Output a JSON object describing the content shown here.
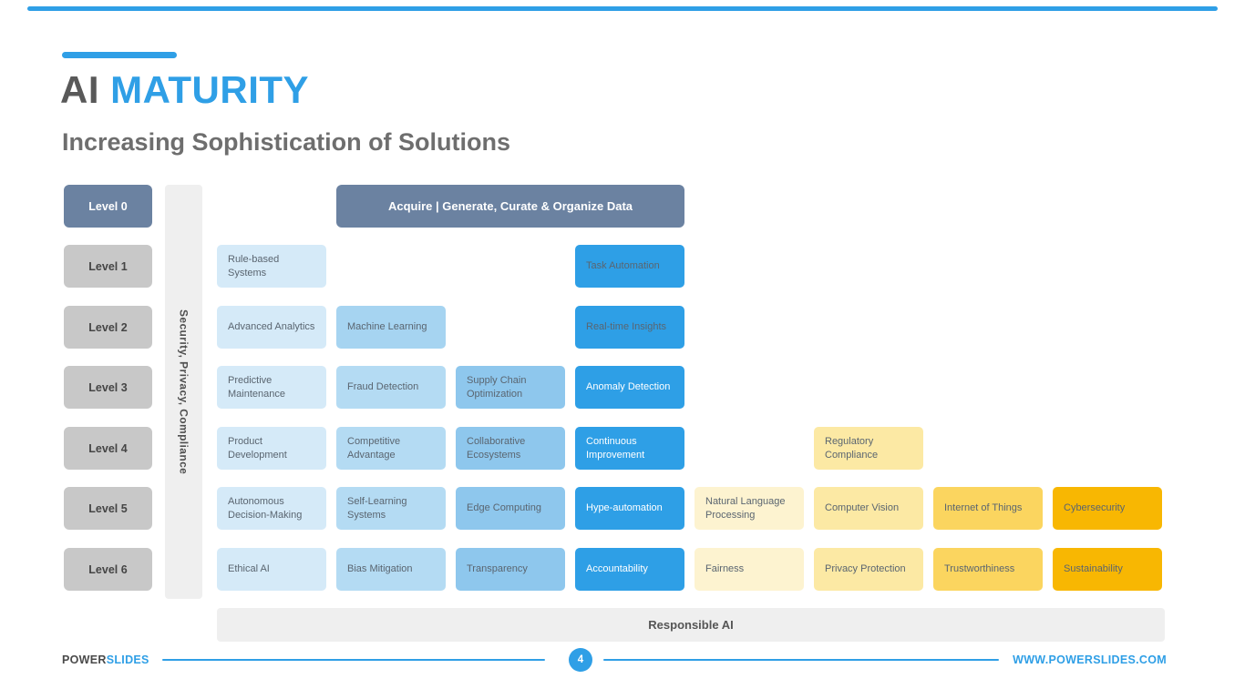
{
  "slide": {
    "accent_color": "#2f9fe6",
    "title": {
      "prefix": "AI",
      "highlight": "MATURITY"
    },
    "subtitle": "Increasing Sophistication of Solutions",
    "levels": [
      "Level 0",
      "Level 1",
      "Level 2",
      "Level 3",
      "Level 4",
      "Level 5",
      "Level 6"
    ],
    "side_bar_label": "Security, Privacy, Compliance",
    "acquire_bar_label": "Acquire | Generate, Curate & Organize Data",
    "responsible_bar_label": "Responsible AI",
    "colors": {
      "slate": "#6b82a1",
      "level_box_gray": "#c8c8c8",
      "panel_gray": "#efefef",
      "blue_1": "#d5eaf8",
      "blue_2": "#b4dbf3",
      "blue_2_deep": "#a6d4f1",
      "blue_3": "#8ec7ed",
      "blue_4": "#2e9fe6",
      "yellow_1": "#fdf3d0",
      "yellow_2": "#fce9a4",
      "yellow_3": "#fbd55f",
      "yellow_4": "#f8b702",
      "cell_text_dark": "#5a6570",
      "cell_text_white": "#ffffff"
    },
    "matrix_cells": [
      {
        "row": 1,
        "col": 1,
        "label": "Rule-based Systems",
        "shade": "blue_1",
        "text": "dark"
      },
      {
        "row": 1,
        "col": 4,
        "label": "Task Automation",
        "shade": "blue_4",
        "text": "dark"
      },
      {
        "row": 2,
        "col": 1,
        "label": "Advanced Analytics",
        "shade": "blue_1",
        "text": "dark"
      },
      {
        "row": 2,
        "col": 2,
        "label": "Machine Learning",
        "shade": "blue_2_deep",
        "text": "dark"
      },
      {
        "row": 2,
        "col": 4,
        "label": "Real-time Insights",
        "shade": "blue_4",
        "text": "dark"
      },
      {
        "row": 3,
        "col": 1,
        "label": "Predictive Maintenance",
        "shade": "blue_1",
        "text": "dark"
      },
      {
        "row": 3,
        "col": 2,
        "label": "Fraud Detection",
        "shade": "blue_2",
        "text": "dark"
      },
      {
        "row": 3,
        "col": 3,
        "label": "Supply Chain Optimization",
        "shade": "blue_3",
        "text": "dark"
      },
      {
        "row": 3,
        "col": 4,
        "label": "Anomaly Detection",
        "shade": "blue_4",
        "text": "white"
      },
      {
        "row": 4,
        "col": 1,
        "label": "Product Development",
        "shade": "blue_1",
        "text": "dark"
      },
      {
        "row": 4,
        "col": 2,
        "label": "Competitive Advantage",
        "shade": "blue_2",
        "text": "dark"
      },
      {
        "row": 4,
        "col": 3,
        "label": "Collaborative Ecosystems",
        "shade": "blue_3",
        "text": "dark"
      },
      {
        "row": 4,
        "col": 4,
        "label": "Continuous Improvement",
        "shade": "blue_4",
        "text": "white"
      },
      {
        "row": 4,
        "col": 6,
        "label": "Regulatory Compliance",
        "shade": "yellow_2",
        "text": "dark"
      },
      {
        "row": 5,
        "col": 1,
        "label": "Autonomous Decision-Making",
        "shade": "blue_1",
        "text": "dark"
      },
      {
        "row": 5,
        "col": 2,
        "label": "Self-Learning Systems",
        "shade": "blue_2",
        "text": "dark"
      },
      {
        "row": 5,
        "col": 3,
        "label": "Edge Computing",
        "shade": "blue_3",
        "text": "dark"
      },
      {
        "row": 5,
        "col": 4,
        "label": "Hype-automation",
        "shade": "blue_4",
        "text": "white"
      },
      {
        "row": 5,
        "col": 5,
        "label": "Natural Language Processing",
        "shade": "yellow_1",
        "text": "dark"
      },
      {
        "row": 5,
        "col": 6,
        "label": "Computer Vision",
        "shade": "yellow_2",
        "text": "dark"
      },
      {
        "row": 5,
        "col": 7,
        "label": "Internet of Things",
        "shade": "yellow_3",
        "text": "dark"
      },
      {
        "row": 5,
        "col": 8,
        "label": "Cybersecurity",
        "shade": "yellow_4",
        "text": "dark"
      },
      {
        "row": 6,
        "col": 1,
        "label": "Ethical AI",
        "shade": "blue_1",
        "text": "dark"
      },
      {
        "row": 6,
        "col": 2,
        "label": "Bias Mitigation",
        "shade": "blue_2",
        "text": "dark"
      },
      {
        "row": 6,
        "col": 3,
        "label": "Transparency",
        "shade": "blue_3",
        "text": "dark"
      },
      {
        "row": 6,
        "col": 4,
        "label": "Accountability",
        "shade": "blue_4",
        "text": "white"
      },
      {
        "row": 6,
        "col": 5,
        "label": "Fairness",
        "shade": "yellow_1",
        "text": "dark"
      },
      {
        "row": 6,
        "col": 6,
        "label": "Privacy Protection",
        "shade": "yellow_2",
        "text": "dark"
      },
      {
        "row": 6,
        "col": 7,
        "label": "Trustworthiness",
        "shade": "yellow_3",
        "text": "dark"
      },
      {
        "row": 6,
        "col": 8,
        "label": "Sustainability",
        "shade": "yellow_4",
        "text": "dark"
      }
    ],
    "footer": {
      "brand_prefix": "POWER",
      "brand_suffix": "SLIDES",
      "page_number": "4",
      "website": "WWW.POWERSLIDES.COM"
    }
  }
}
